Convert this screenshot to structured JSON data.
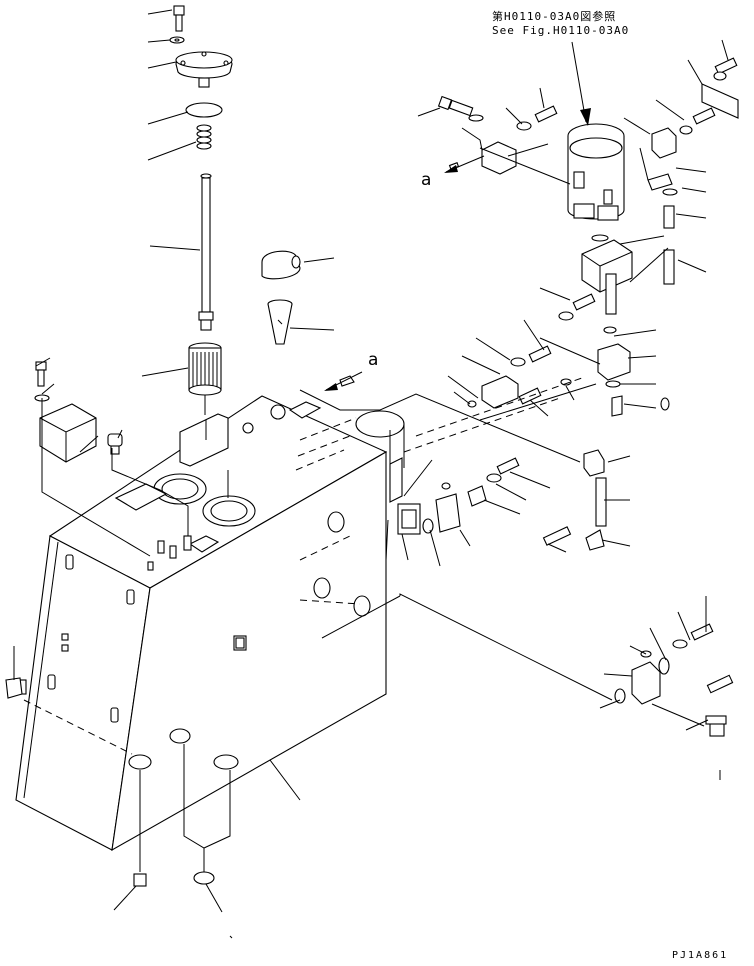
{
  "reference_note": {
    "line1": "第H0110-03A0図参照",
    "line2": "See Fig.H0110-03A0"
  },
  "view_labels": [
    "a",
    "a"
  ],
  "drawing_code": "PJ1A861",
  "colors": {
    "ink": "#000000",
    "paper": "#ffffff"
  }
}
